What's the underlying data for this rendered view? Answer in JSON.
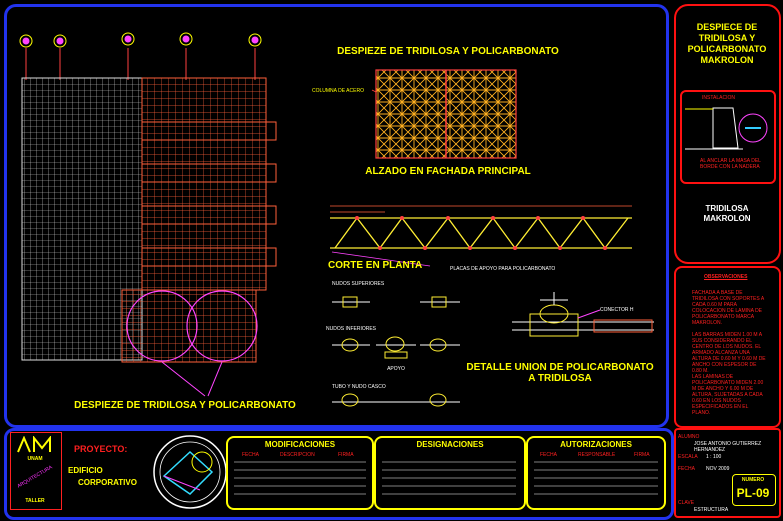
{
  "drawing": {
    "title_top": "DESPIEZE DE TRIDILOSA Y POLICARBONATO",
    "label_column": "COLUMNA DE ACERO",
    "caption_elevation": "ALZADO EN FACHADA PRINCIPAL",
    "caption_section": "CORTE EN PLANTA",
    "label_plates": "PLACAS DE APOYO PARA POLICARBONATO",
    "label_upper_nodes": "NUDOS SUPERIORES",
    "label_lower_nodes": "NUDOS INFERIORES",
    "label_support": "APOYO",
    "label_tube_node": "TUBO Y NUDO CASCO",
    "label_connector": "CONECTOR H",
    "caption_detail_line1": "DETALLE UNION DE POLICARBONATO",
    "caption_detail_line2": "A TRIDILOSA",
    "caption_plan": "DESPIEZE DE TRIDILOSA Y POLICARBONATO"
  },
  "side_panel": {
    "title": "DESPIECE DE TRIDILOSA Y POLICARBONATO MAKROLON",
    "detail_heading": "INSTALACION",
    "detail_note": "AL ANCLAR LA MASA DEL BORDE CON LA NADERA",
    "subtitle_line1": "TRIDILOSA",
    "subtitle_line2": "MAKROLON",
    "notes_heading": "OBSERVACIONES",
    "notes_para1": "FACHADA A BASE DE TRIDILOSA CON SOPORTES A CADA 0.60 M PARA COLOCACION DE LAMINA DE POLICARBONATO MARCA MAKROLON.",
    "notes_para2": "LAS BARRAS MIDEN 1.00 M A SUS CONSIDERANDO EL CENTRO DE LOS NUDOS. EL ARMADO ALCANZA UNA ALTURA DE 0.60 M Y 0.60 M DE ANCHO CON ESPESOR DE 0.80 M.",
    "notes_para3": "LAS LAMINAS DE POLICARBONATO MIDEN 2.00 M DE ANCHO Y 6.00 M DE ALTURA, SUJETADAS A CADA 0.60 EN LOS NUDOS ESPECIFICADOS EN EL PLANO."
  },
  "title_block": {
    "logo_text": "UNAM",
    "logo_subtext": "ARQUITECTURA",
    "logo_bottom": "TALLER",
    "project_label": "PROYECTO:",
    "project_line1": "EDIFICIO",
    "project_line2": "CORPORATIVO",
    "modifications_heading": "MODIFICACIONES",
    "designations_heading": "DESIGNACIONES",
    "authorizations_heading": "AUTORIZACIONES",
    "col_date": "FECHA",
    "col_description": "DESCRIPCION",
    "col_firm": "FIRMA",
    "col_responsible": "RESPONSABLE",
    "right_label1": "ALUMNO",
    "right_value1": "JOSE ANTONIO GUTIERREZ HERNANDEZ",
    "right_label2": "ESCALA",
    "right_value2": "1 : 100",
    "right_label3": "FECHA",
    "right_value3": "NOV 2009",
    "sheet_label": "NUMERO",
    "sheet_number": "PL-09",
    "bottom_label": "CLAVE",
    "bottom_value": "ESTRUCTURA"
  },
  "colors": {
    "frame_blue": "#2233ee",
    "frame_red": "#ff1111",
    "title_yellow": "#ffff00",
    "grid_white": "#ffffff",
    "grid_orange": "#ff6a33",
    "annotation_magenta": "#ff33ff"
  }
}
